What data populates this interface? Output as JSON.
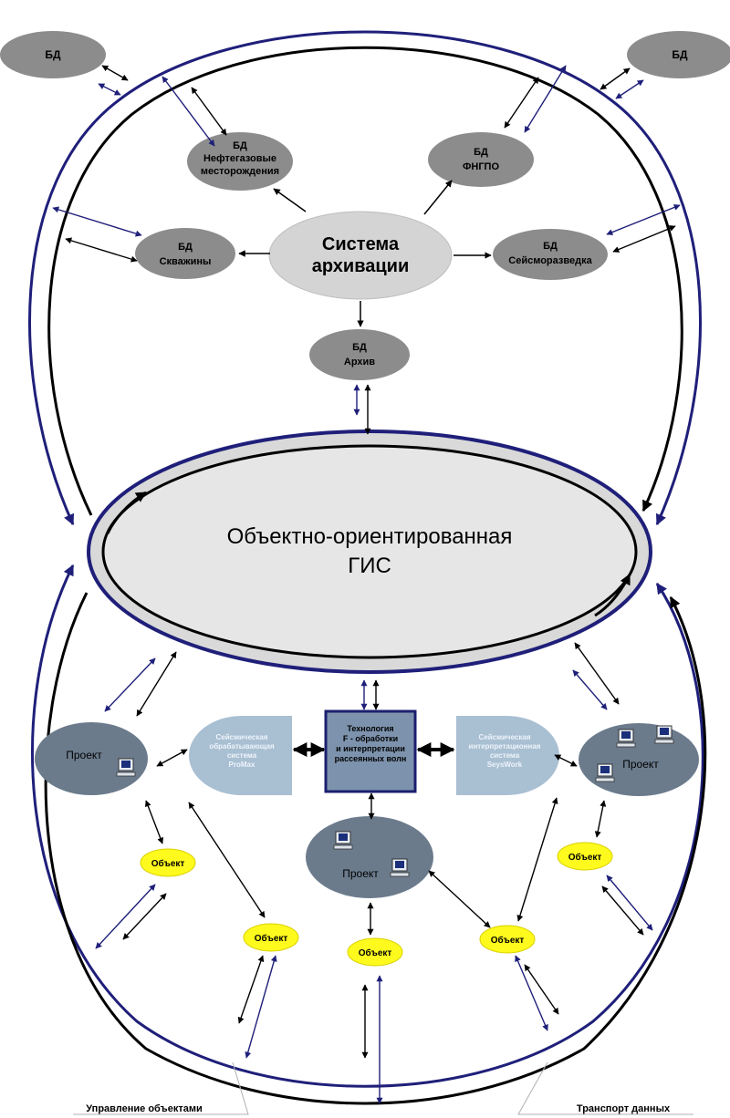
{
  "diagram": {
    "archive_system": {
      "line1": "Система",
      "line2": "архивации"
    },
    "databases": {
      "db_top_left": {
        "line1": "БД"
      },
      "db_top_right": {
        "line1": "БД"
      },
      "db_oil_gas": {
        "line1": "БД",
        "line2": "Нефтегазовые",
        "line3": "месторождения"
      },
      "db_fngpo": {
        "line1": "БД",
        "line2": "ФНГПО"
      },
      "db_wells": {
        "line1": "БД",
        "line2": "Скважины"
      },
      "db_seismic": {
        "line1": "БД",
        "line2": "Сейсморазведка"
      },
      "db_archive": {
        "line1": "БД",
        "line2": "Архив"
      }
    },
    "gis": {
      "line1": "Объектно-ориентированная",
      "line2": "ГИС"
    },
    "systems": {
      "promax": {
        "line1": "Сейсмическая",
        "line2": "обрабатывающая",
        "line3": "система",
        "line4": "ProMax"
      },
      "seisworks": {
        "line1": "Сейсмическая",
        "line2": "интерпретационная",
        "line3": "система",
        "line4": "SeysWork"
      }
    },
    "technology": {
      "line1": "Технология",
      "line2": "F - обработки",
      "line3": "и интерпретации",
      "line4": "рассеянных волн"
    },
    "projects": {
      "left": "Проект",
      "center": "Проект",
      "right": "Проект"
    },
    "objects": {
      "o1": "Объект",
      "o2": "Объект",
      "o3": "Объект",
      "o4": "Объект",
      "o5": "Объект"
    },
    "captions": {
      "left": "Управление объектами",
      "right": "Транспорт данных"
    }
  },
  "colors": {
    "black_arrow": "#000000",
    "blue_arrow": "#1f1f7a",
    "db_fill": "#8c8c8c",
    "project_fill": "#6b7b8c",
    "object_fill": "#fffa1e",
    "system_fill": "#a9bfd2",
    "technology_fill": "#7d93ad",
    "gis_fill": "#d9d9d9"
  },
  "icons": [
    "computer-icon",
    "arrow-icon",
    "double-arrow-icon"
  ]
}
